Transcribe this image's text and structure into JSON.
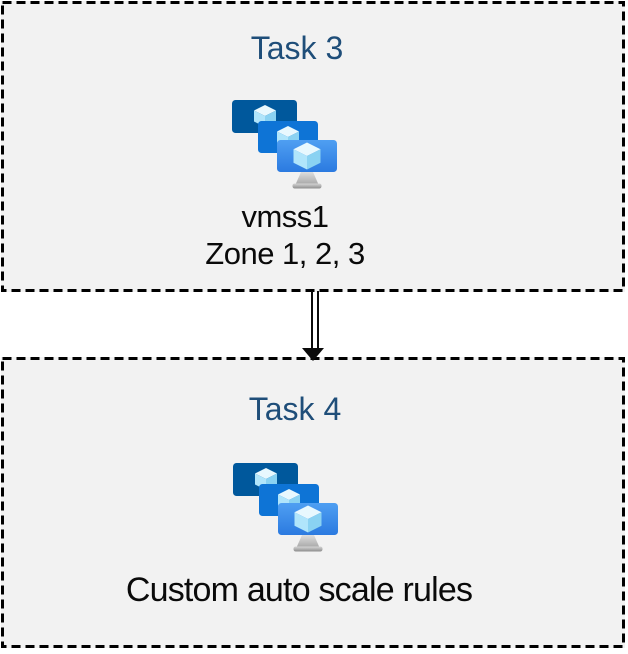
{
  "canvas": {
    "background": "#ffffff"
  },
  "box_style": {
    "fill": "#f2f2f2",
    "border_color": "#000000",
    "border_style": "dashed"
  },
  "text_colors": {
    "title": "#1f4e79",
    "body": "#0a0a0a"
  },
  "tasks": [
    {
      "title": "Task 3",
      "icon": "azure-vm-scale-sets-icon",
      "lines": [
        "vmss1",
        "Zone 1, 2, 3"
      ]
    },
    {
      "title": "Task 4",
      "icon": "azure-vm-scale-sets-icon",
      "lines": [
        "Custom auto scale rules"
      ]
    }
  ],
  "connector": {
    "shape": "double-line-arrow",
    "direction": "down",
    "color": "#0a0a0a"
  },
  "icon_palette": {
    "monitor_back": "#00589c",
    "monitor_middle": "#0e74d6",
    "monitor_front_gradient": [
      "#4f9ff2",
      "#2b7ae0"
    ],
    "cube_top": "#e8f8fe",
    "cube_left": "#b0e5fb",
    "cube_right": "#8ad2f2",
    "stand_gradient": [
      "#dedede",
      "#8c8c8c"
    ]
  }
}
